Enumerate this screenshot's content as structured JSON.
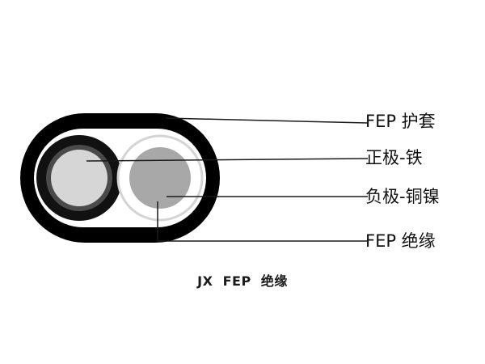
{
  "labels": {
    "jacket": "FEP 护套",
    "positive": "正极-铁",
    "negative": "负极-铜镍",
    "insulation": "FEP 绝缘"
  },
  "caption": "JX  FEP  绝缘",
  "colors": {
    "jacket": "#000000",
    "insulation_fill": "#ffffff",
    "iron_core": "#d6d6d6",
    "iron_insulation": "#1a1a1a",
    "copper_nickel_core": "#a8a8a8",
    "copper_nickel_insulation": "#d9d9d9",
    "leader_line": "#1a1a1a"
  }
}
